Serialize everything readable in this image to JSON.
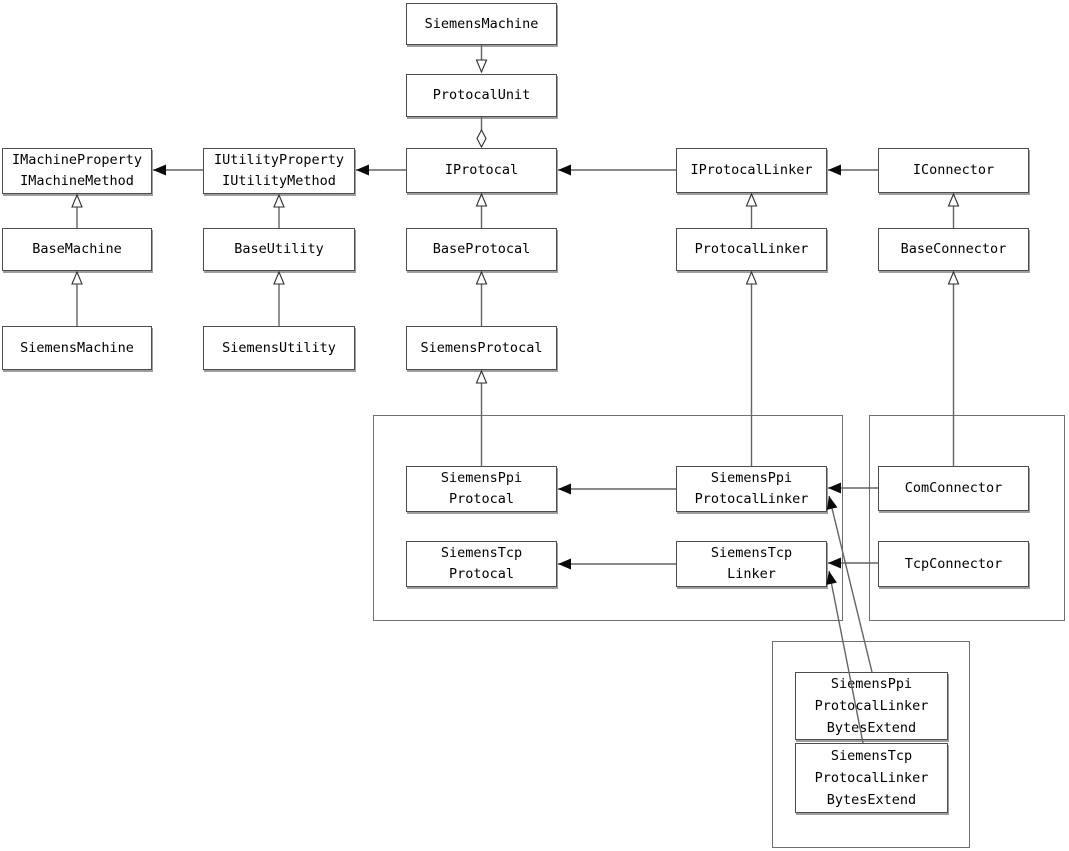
{
  "diagram": {
    "kind": "uml-class-diagram",
    "colors": {
      "background": "#ffffff",
      "box_border": "#4d4d4d",
      "box_shadow": "#9e9e9e",
      "line": "#646464",
      "arrow_fill": "#0a0a0a",
      "text": "#000000"
    },
    "nodes": {
      "siemens_machine_unit": {
        "label": "SiemensMachine"
      },
      "protocal_unit": {
        "label": "ProtocalUnit"
      },
      "imachine": {
        "label": "IMachineProperty\nIMachineMethod"
      },
      "iutility": {
        "label": "IUtilityProperty\nIUtilityMethod"
      },
      "iprotocal": {
        "label": "IProtocal"
      },
      "iprotocal_linker": {
        "label": "IProtocalLinker"
      },
      "iconnector": {
        "label": "IConnector"
      },
      "base_machine": {
        "label": "BaseMachine"
      },
      "base_utility": {
        "label": "BaseUtility"
      },
      "base_protocal": {
        "label": "BaseProtocal"
      },
      "protocal_linker": {
        "label": "ProtocalLinker"
      },
      "base_connector": {
        "label": "BaseConnector"
      },
      "siemens_machine": {
        "label": "SiemensMachine"
      },
      "siemens_utility": {
        "label": "SiemensUtility"
      },
      "siemens_protocal": {
        "label": "SiemensProtocal"
      },
      "siemens_ppi_protocal": {
        "label": "SiemensPpi\nProtocal"
      },
      "siemens_tcp_protocal": {
        "label": "SiemensTcp\nProtocal"
      },
      "siemens_ppi_protocal_linker": {
        "label": "SiemensPpi\nProtocalLinker"
      },
      "siemens_tcp_linker": {
        "label": "SiemensTcp\nLinker"
      },
      "com_connector": {
        "label": "ComConnector"
      },
      "tcp_connector": {
        "label": "TcpConnector"
      },
      "siemens_ppi_protocal_linker_bytes_extend": {
        "label": "SiemensPpi\nProtocalLinker\nBytesExtend"
      },
      "siemens_tcp_protocal_linker_bytes_extend": {
        "label": "SiemensTcp\nProtocalLinker\nBytesExtend"
      }
    },
    "groups": [
      {
        "id": "group_protocol_implementations",
        "label": ""
      },
      {
        "id": "group_connectors",
        "label": ""
      },
      {
        "id": "group_bytes_extend",
        "label": ""
      }
    ],
    "edges": [
      {
        "from": "siemens_machine_unit",
        "to": "protocal_unit",
        "type": "inheritance-hollow-triangle"
      },
      {
        "from": "protocal_unit",
        "to": "iprotocal",
        "type": "aggregation-hollow-diamond"
      },
      {
        "from": "iutility",
        "to": "imachine",
        "type": "dependency-filled-arrow"
      },
      {
        "from": "iprotocal",
        "to": "iutility",
        "type": "dependency-filled-arrow"
      },
      {
        "from": "iprotocal_linker",
        "to": "iprotocal",
        "type": "dependency-filled-arrow"
      },
      {
        "from": "iconnector",
        "to": "iprotocal_linker",
        "type": "dependency-filled-arrow"
      },
      {
        "from": "base_machine",
        "to": "imachine",
        "type": "inheritance-hollow-triangle"
      },
      {
        "from": "siemens_machine",
        "to": "base_machine",
        "type": "inheritance-hollow-triangle"
      },
      {
        "from": "base_utility",
        "to": "iutility",
        "type": "inheritance-hollow-triangle"
      },
      {
        "from": "siemens_utility",
        "to": "base_utility",
        "type": "inheritance-hollow-triangle"
      },
      {
        "from": "base_protocal",
        "to": "iprotocal",
        "type": "inheritance-hollow-triangle"
      },
      {
        "from": "siemens_protocal",
        "to": "base_protocal",
        "type": "inheritance-hollow-triangle"
      },
      {
        "from": "protocal_linker",
        "to": "iprotocal_linker",
        "type": "inheritance-hollow-triangle"
      },
      {
        "from": "base_connector",
        "to": "iconnector",
        "type": "inheritance-hollow-triangle"
      },
      {
        "from": "siemens_ppi_protocal",
        "to": "siemens_protocal",
        "type": "inheritance-hollow-triangle"
      },
      {
        "from": "siemens_ppi_protocal_linker",
        "to": "protocal_linker",
        "type": "inheritance-hollow-triangle"
      },
      {
        "from": "com_connector",
        "to": "base_connector",
        "type": "inheritance-hollow-triangle"
      },
      {
        "from": "siemens_ppi_protocal_linker",
        "to": "siemens_ppi_protocal",
        "type": "dependency-filled-arrow"
      },
      {
        "from": "siemens_tcp_linker",
        "to": "siemens_tcp_protocal",
        "type": "dependency-filled-arrow"
      },
      {
        "from": "com_connector",
        "to": "siemens_ppi_protocal_linker",
        "type": "dependency-filled-arrow"
      },
      {
        "from": "tcp_connector",
        "to": "siemens_tcp_linker",
        "type": "dependency-filled-arrow"
      },
      {
        "from": "siemens_ppi_protocal_linker_bytes_extend",
        "to": "siemens_ppi_protocal_linker",
        "type": "dependency-filled-arrow"
      },
      {
        "from": "siemens_tcp_protocal_linker_bytes_extend",
        "to": "siemens_tcp_linker",
        "type": "dependency-filled-arrow"
      }
    ]
  }
}
